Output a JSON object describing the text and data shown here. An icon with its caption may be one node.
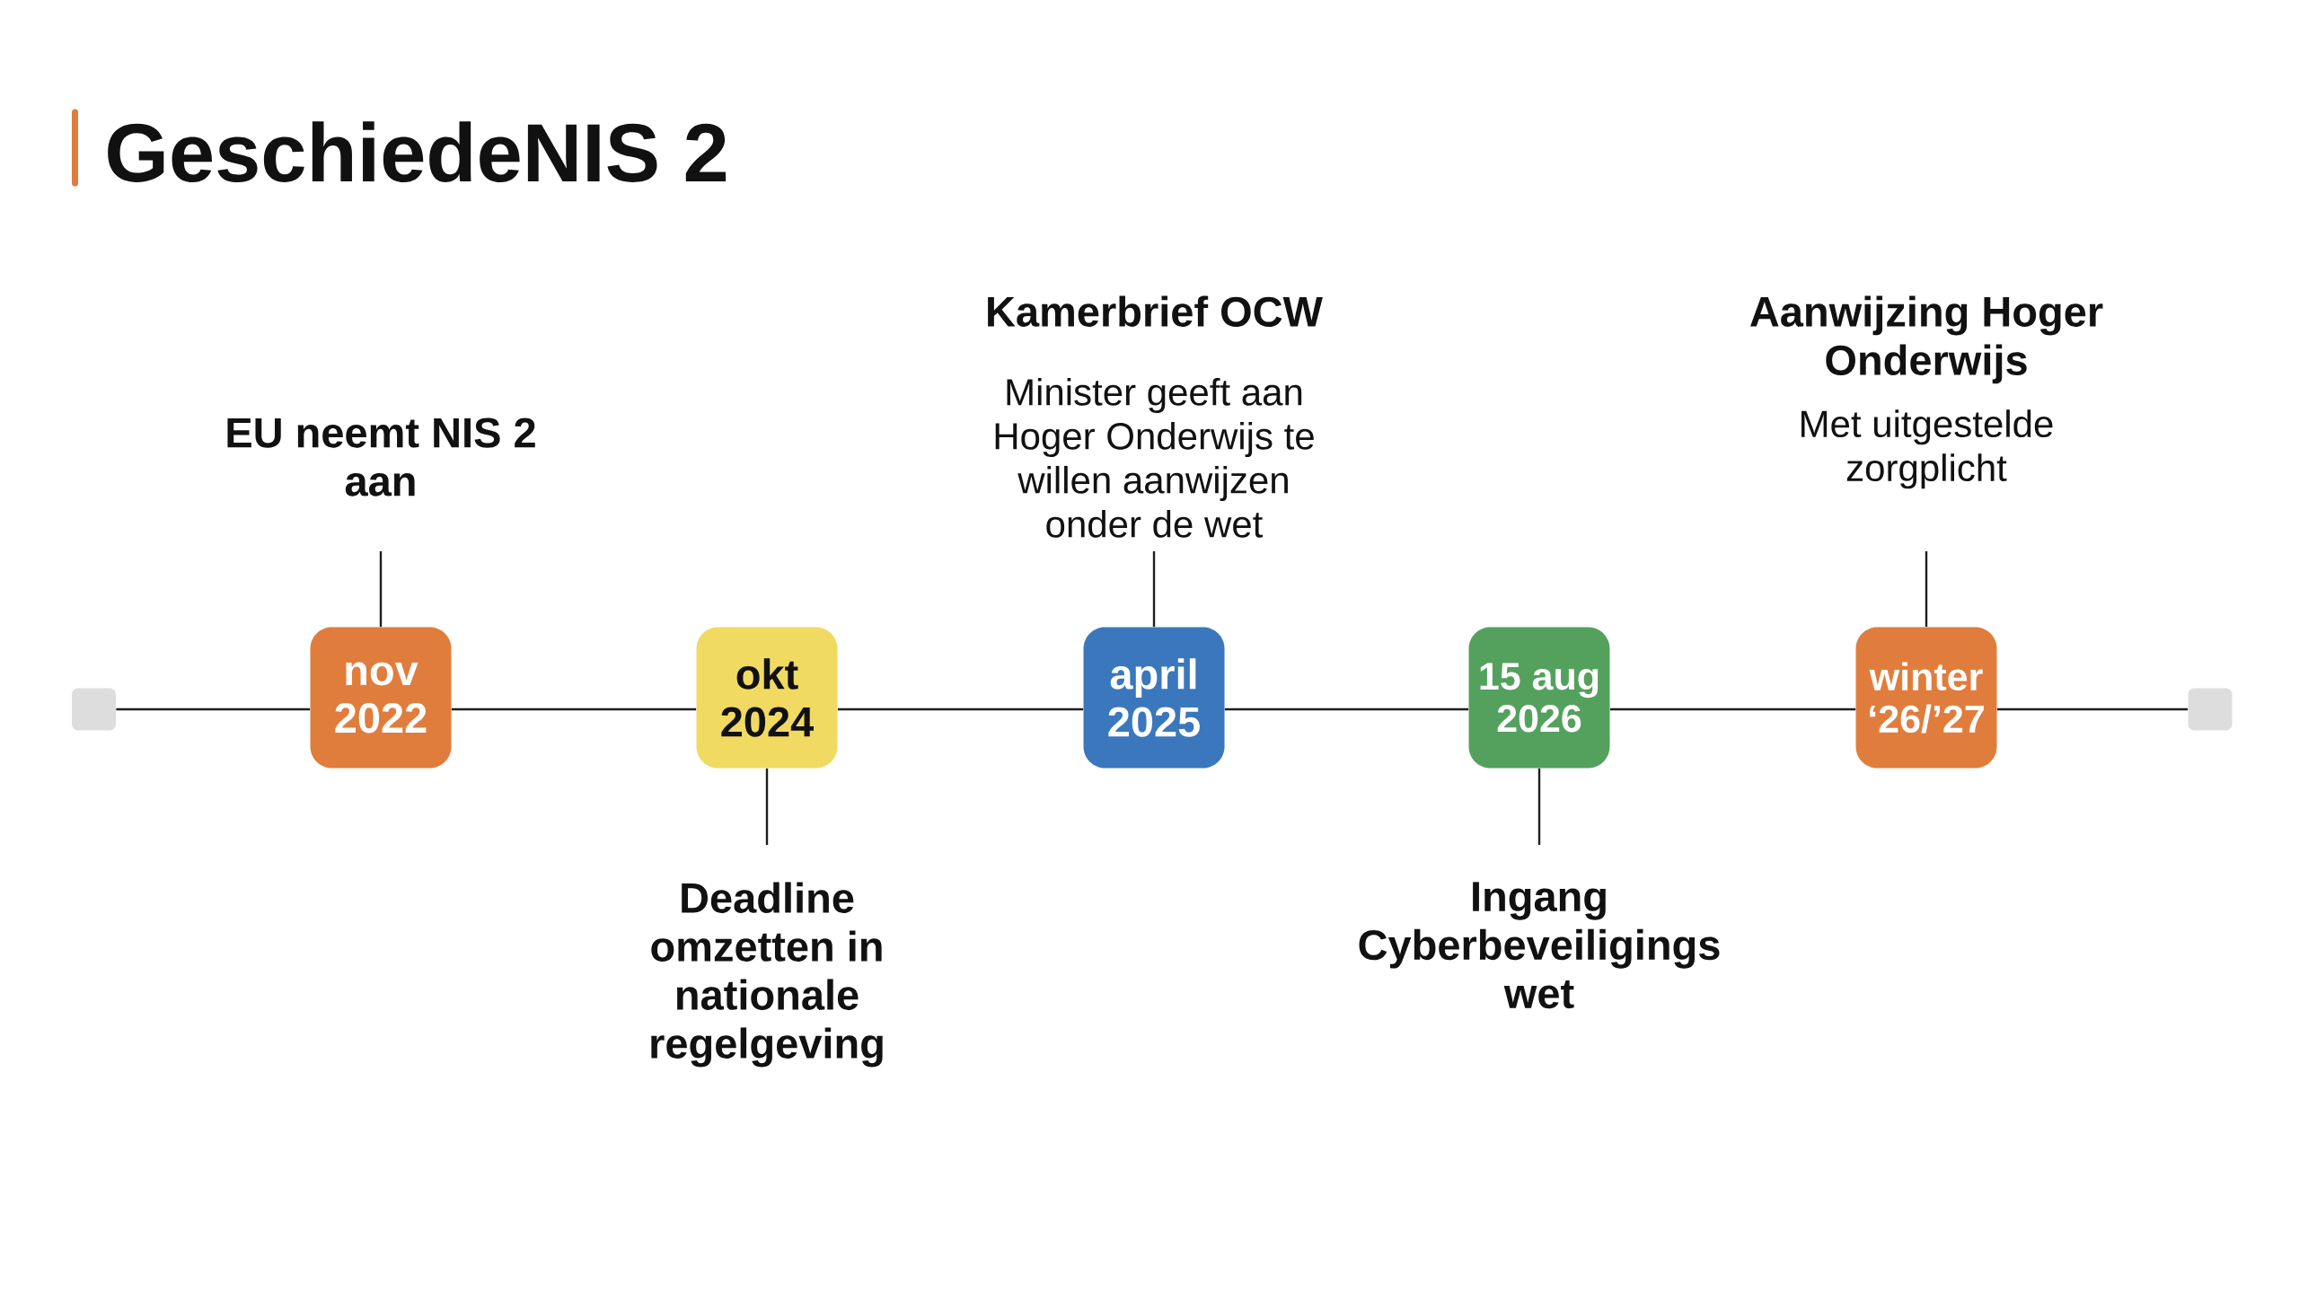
{
  "diagram": {
    "title": "GeschiedeNIS 2",
    "nodes": [
      {
        "text": [],
        "shape": "box"
      },
      {
        "text": [
          "nov 2022"
        ]
      },
      {
        "text": [
          "EU neemt NIS 2 aan"
        ]
      },
      {
        "text": [
          "okt 2024"
        ]
      },
      {
        "text": [
          "Deadline omzetten in nationale regelgeving"
        ]
      },
      {
        "text": [
          "april 2025"
        ]
      },
      {
        "text": [
          "Kamerbrief OCW",
          "Minister geeft aan Hoger Onderwijs te willen aanwijzen onder de wet"
        ]
      },
      {
        "text": [
          "15 aug 2026"
        ]
      },
      {
        "text": [
          "Ingang Cyberbeveiligings wet"
        ]
      },
      {
        "text": [
          "winter ‘26/’27"
        ]
      },
      {
        "text": [
          "Aanwijzing Hoger Onderwijs",
          "Met uitgestelde zorgplicht"
        ]
      },
      {
        "text": [],
        "shape": "box"
      }
    ],
    "edges": [
      {
        "from": 0,
        "to": 1,
        "arrow": "none"
      },
      {
        "from": 1,
        "to": 3,
        "arrow": "none"
      },
      {
        "from": 3,
        "to": 5,
        "arrow": "none"
      },
      {
        "from": 5,
        "to": 7,
        "arrow": "none"
      },
      {
        "from": 7,
        "to": 9,
        "arrow": "none"
      },
      {
        "from": 9,
        "to": 11,
        "arrow": "none"
      },
      {
        "from": 1,
        "to": 2,
        "arrow": "none"
      },
      {
        "from": 3,
        "to": 4,
        "arrow": "none"
      },
      {
        "from": 5,
        "to": 6,
        "arrow": "none"
      },
      {
        "from": 7,
        "to": 8,
        "arrow": "none"
      },
      {
        "from": 9,
        "to": 10,
        "arrow": "none"
      }
    ]
  }
}
